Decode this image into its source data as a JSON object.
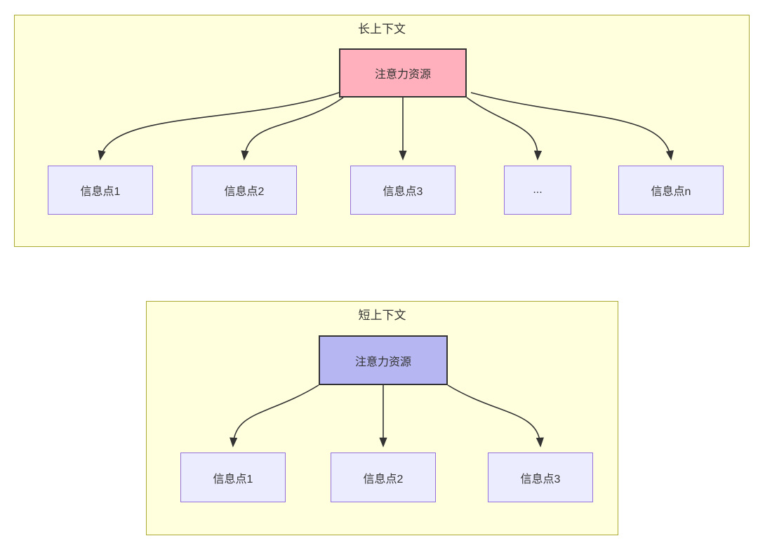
{
  "diagram": {
    "type": "flowchart-comparison",
    "panels": [
      {
        "title": "长上下文",
        "source": {
          "label": "注意力资源",
          "fill": "#ffb0bc"
        },
        "targets": [
          {
            "label": "信息点1"
          },
          {
            "label": "信息点2"
          },
          {
            "label": "信息点3"
          },
          {
            "label": "..."
          },
          {
            "label": "信息点n"
          }
        ]
      },
      {
        "title": "短上下文",
        "source": {
          "label": "注意力资源",
          "fill": "#b6b6f2"
        },
        "targets": [
          {
            "label": "信息点1"
          },
          {
            "label": "信息点2"
          },
          {
            "label": "信息点3"
          }
        ]
      }
    ],
    "colors": {
      "panel_background": "#ffffde",
      "panel_border": "#aaaa33",
      "info_node_background": "#ececff",
      "info_node_border": "#9370db",
      "source_node_long": "#ffb0bc",
      "source_node_short": "#b6b6f2",
      "source_node_border": "#333333",
      "edge": "#333333",
      "text": "#333333"
    }
  }
}
